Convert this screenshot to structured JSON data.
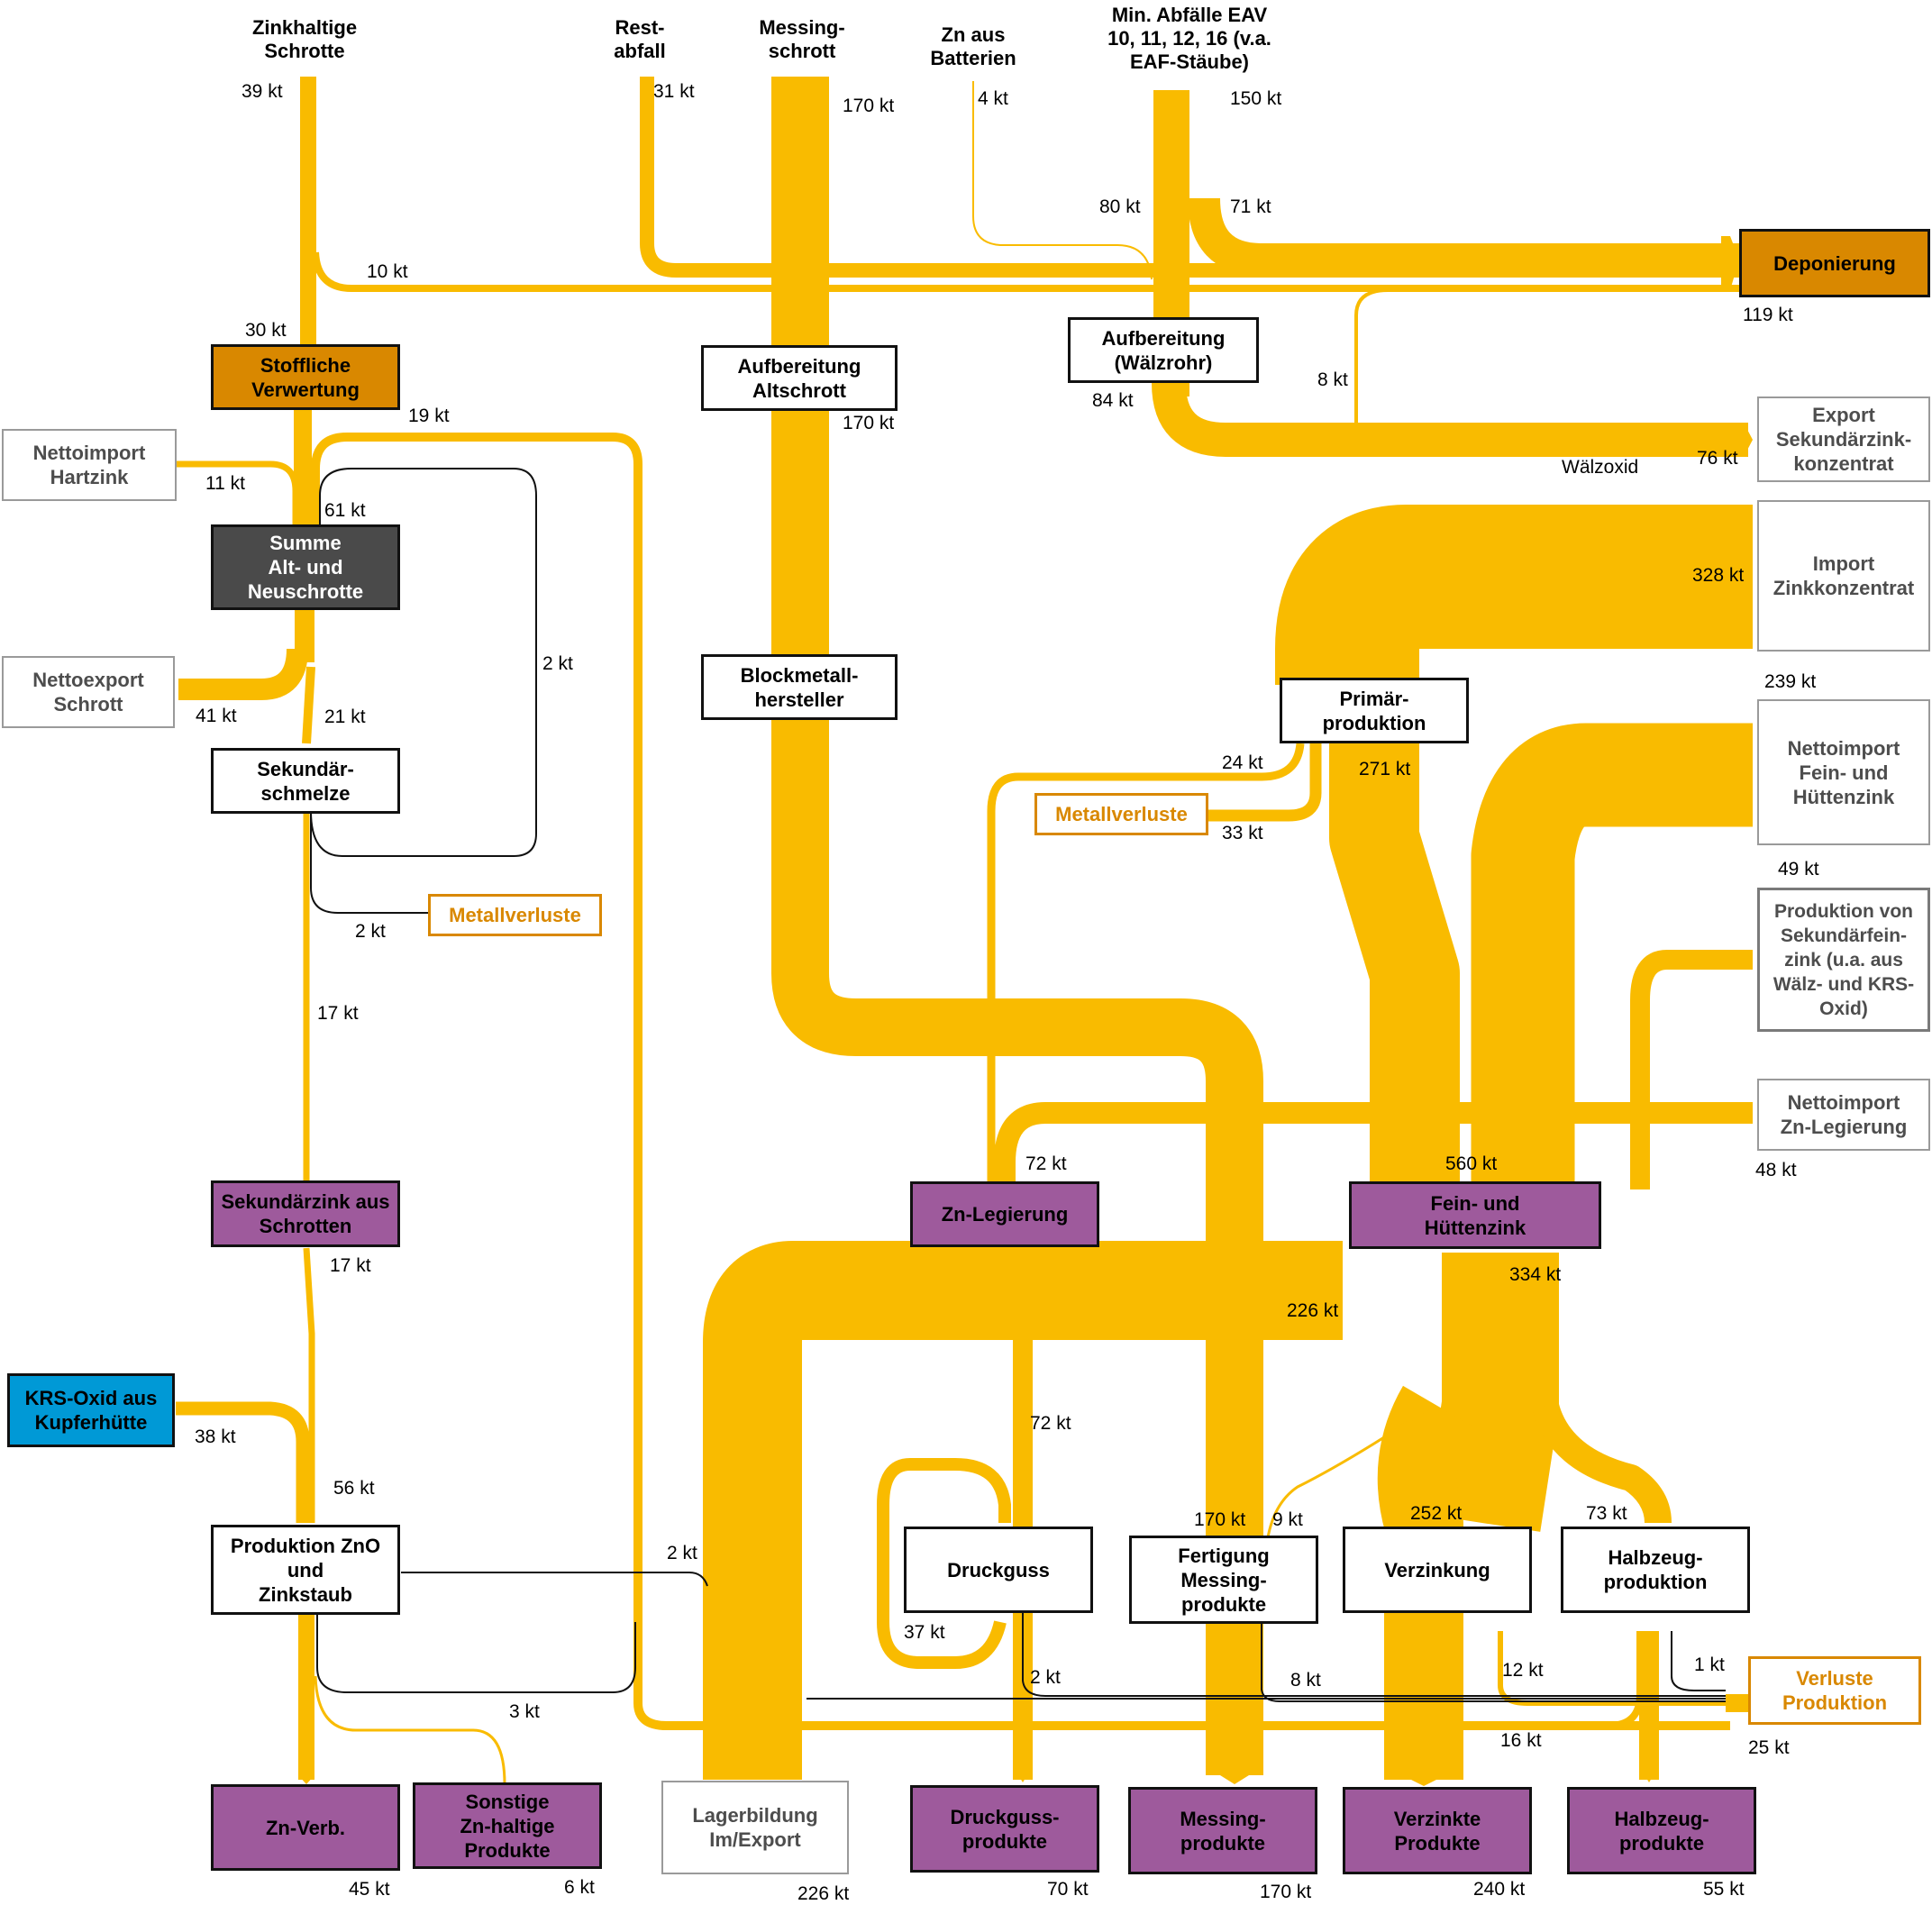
{
  "diagram": {
    "type": "sankey",
    "unit": "kt",
    "colors": {
      "flow": "#f9bb00",
      "thin_line": "#111111",
      "process_box": "#ffffff",
      "summary_box": "#4a4a4a",
      "landfill_box": "#d98800",
      "product_box": "#9e5a9c",
      "krs_box": "#0099d6",
      "loss_text": "#d98800",
      "external_text": "#4d4d4d"
    }
  },
  "sources": {
    "zinc_scrap": "Zinkhaltige\nSchrotte",
    "residual_waste": "Rest-\nabfall",
    "brass_scrap": "Messing-\nschrott",
    "batteries": "Zn aus\nBatterien",
    "mineral_waste": "Min. Abfälle EAV\n10, 11, 12, 16 (v.a.\nEAF-Stäube)"
  },
  "nodes": {
    "stoffliche_verwertung": "Stoffliche\nVerwertung",
    "nettoimport_hartzink": "Nettoimport\nHartzink",
    "summe_schrotte": "Summe\nAlt- und\nNeuschrotte",
    "nettoexport_schrott": "Nettoexport\nSchrott",
    "sekundaerschmelze": "Sekundär-\nschmelze",
    "metallverluste_left": "Metallverluste",
    "sekundaerzink": "Sekundärzink aus\nSchrotten",
    "krs_oxid": "KRS-Oxid aus\nKupferhütte",
    "produktion_zno": "Produktion ZnO\nund\nZinkstaub",
    "zn_verb": "Zn-Verb.",
    "sonstige": "Sonstige\nZn-haltige\nProdukte",
    "lagerbildung": "Lagerbildung\nIm/Export",
    "aufbereitung_altschrott": "Aufbereitung\nAltschrott",
    "blockmetall": "Blockmetall-\nhersteller",
    "aufbereitung_waelz": "Aufbereitung\n(Wälzrohr)",
    "deponierung": "Deponierung",
    "export_konzentrat": "Export\nSekundärzink-\nkonzentrat",
    "waelzoxid_label": "Wälzoxid",
    "import_konzentrat": "Import\nZinkkonzentrat",
    "primaerproduktion": "Primär-\nproduktion",
    "metallverluste_mid": "Metallverluste",
    "nettoimport_feinzink": "Nettoimport\nFein- und\nHüttenzink",
    "sekundaerfeinzink": "Produktion von\nSekundärfein-\nzink (u.a. aus\nWälz- und KRS-\nOxid)",
    "nettoimport_legierung": "Nettoimport\nZn-Legierung",
    "zn_legierung": "Zn-Legierung",
    "fein_huettenzink": "Fein- und\nHüttenzink",
    "druckguss": "Druckguss",
    "fertigung_messing": "Fertigung\nMessing-\nprodukte",
    "verzinkung": "Verzinkung",
    "halbzeugproduktion": "Halbzeug-\nproduktion",
    "verluste_produktion": "Verluste\nProduktion",
    "druckgussprodukte": "Druckguss-\nprodukte",
    "messingprodukte": "Messing-\nprodukte",
    "verzinkte_produkte": "Verzinkte\nProdukte",
    "halbzeugprodukte": "Halbzeug-\nprodukte"
  },
  "values": {
    "zinc_scrap_in": "39 kt",
    "zinc_scrap_to_landfill": "10 kt",
    "to_stoffliche": "30 kt",
    "hartzink": "11 kt",
    "summe": "61 kt",
    "recycle_loop_19": "19 kt",
    "loop_2_right": "2 kt",
    "export_scrap": "41 kt",
    "to_schmelze": "21 kt",
    "schmelze_loss": "2 kt",
    "schmelze_out": "17 kt",
    "sekundaerzink_out": "17 kt",
    "krs": "38 kt",
    "zno_in": "56 kt",
    "zno_to_lager": "2 kt",
    "zno_loop": "3 kt",
    "zn_verb": "45 kt",
    "sonstige": "6 kt",
    "residual_waste": "31 kt",
    "brass_in": "170 kt",
    "brass_processed": "170 kt",
    "batteries": "4 kt",
    "mineral_waste": "150 kt",
    "to_waelz": "80 kt",
    "mineral_to_landfill": "71 kt",
    "deponierung": "119 kt",
    "waelz_out": "84 kt",
    "waelz_to_landfill": "8 kt",
    "export_konzentrat": "76 kt",
    "import_konzentrat": "328 kt",
    "feinzink_import": "239 kt",
    "primaer_to_legierung": "24 kt",
    "primaer_loss": "33 kt",
    "primaer_out": "271 kt",
    "sekundaerfeinzink": "49 kt",
    "legierung_import": "48 kt",
    "legierung_in": "72 kt",
    "feinzink_total": "560 kt",
    "feinzink_out": "334 kt",
    "to_lager": "226 kt",
    "legierung_to_druckguss": "72 kt",
    "druckguss_loop": "37 kt",
    "druckguss_loss": "2 kt",
    "messing_in": "170 kt",
    "messing_zinc": "9 kt",
    "messing_loss": "8 kt",
    "verzinkung_in": "252 kt",
    "verzinkung_loss": "12 kt",
    "verzinkung_scrap": "16 kt",
    "halbzeug_in": "73 kt",
    "halbzeug_loss": "1 kt",
    "verluste_total": "25 kt",
    "lager_total": "226 kt",
    "druckgussprodukte": "70 kt",
    "messingprodukte": "170 kt",
    "verzinkte_produkte": "240 kt",
    "halbzeugprodukte": "55 kt"
  }
}
